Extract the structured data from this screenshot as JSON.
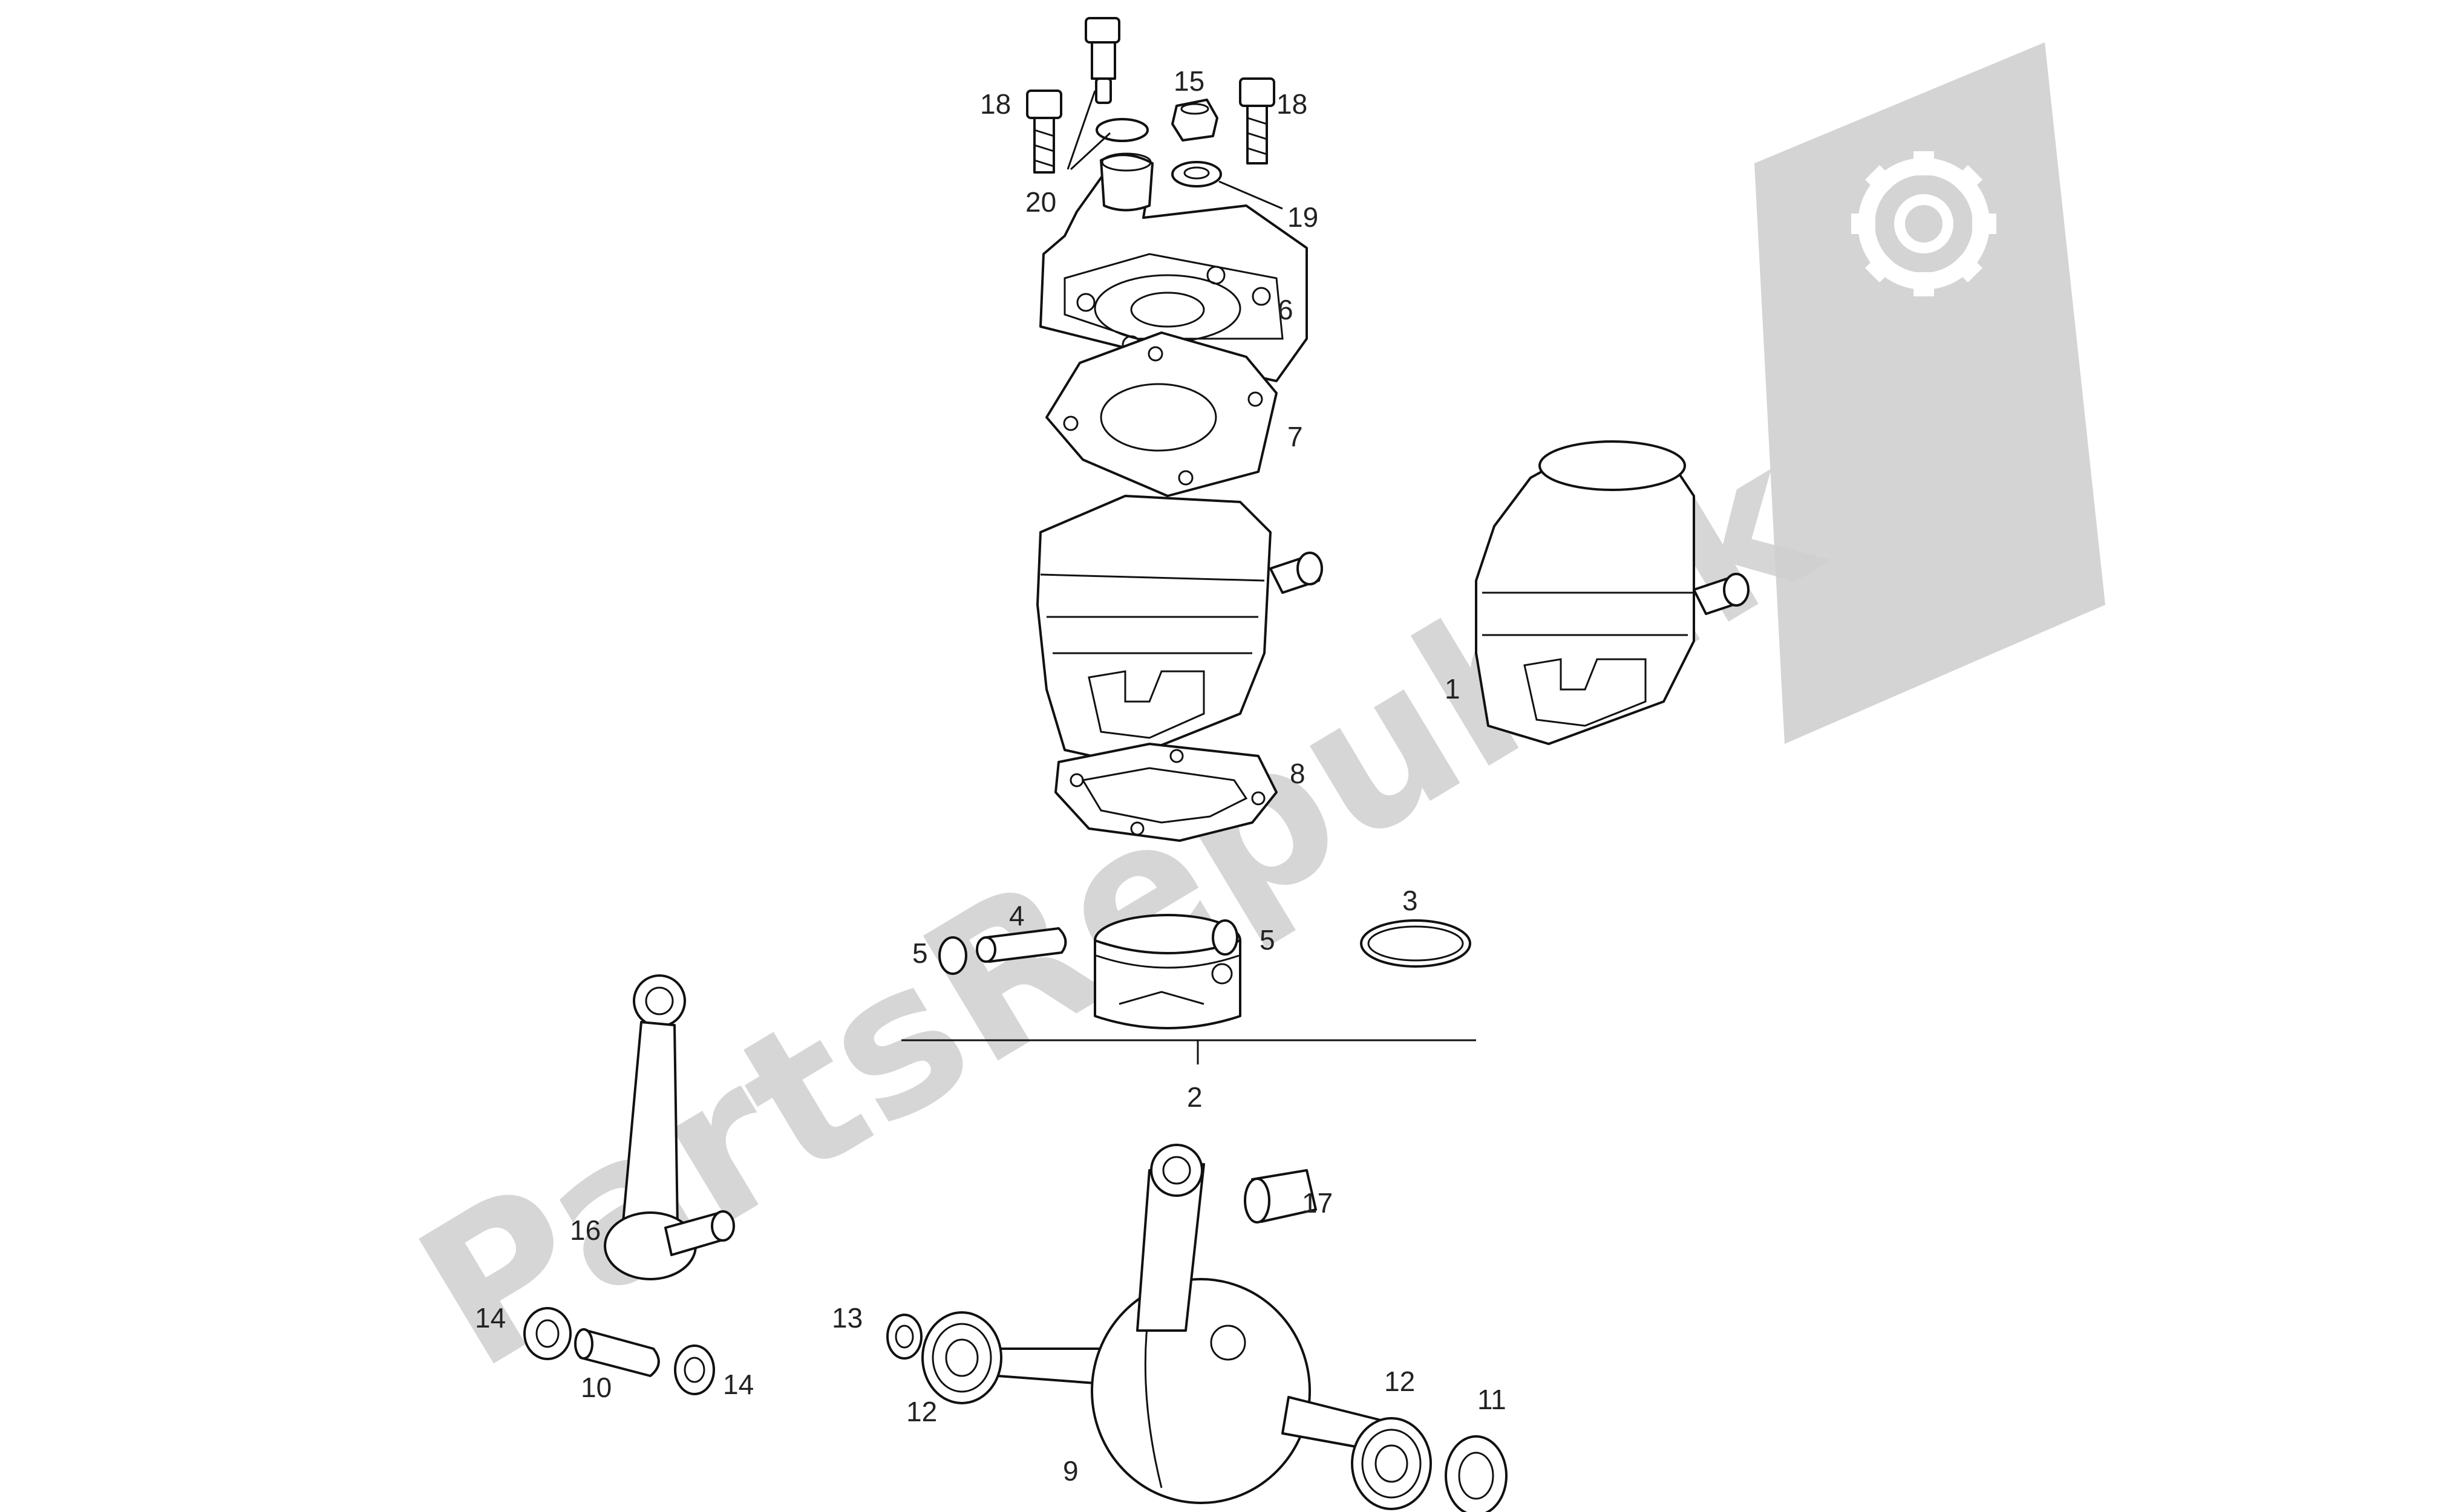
{
  "watermark": {
    "text": "PartsRepublik",
    "color": "#d0d0d0",
    "icon": "gear-flag-icon"
  },
  "callouts": {
    "c1": "1",
    "c2": "2",
    "c3": "3",
    "c4": "4",
    "c5a": "5",
    "c5b": "5",
    "c6": "6",
    "c7": "7",
    "c8": "8",
    "c9": "9",
    "c10": "10",
    "c11": "11",
    "c12a": "12",
    "c12b": "12",
    "c13": "13",
    "c14a": "14",
    "c14b": "14",
    "c15": "15",
    "c16": "16",
    "c17": "17",
    "c18a": "18",
    "c18b": "18",
    "c19": "19",
    "c20": "20"
  },
  "parts": [
    "cylinder-head",
    "head-gasket",
    "cylinder",
    "base-gasket",
    "piston",
    "piston-pin",
    "circlip",
    "piston-ring",
    "connecting-rod",
    "crankshaft",
    "bearing",
    "oil-seal",
    "needle-bearing",
    "bolt",
    "nut",
    "washer",
    "temperature-sensor"
  ]
}
